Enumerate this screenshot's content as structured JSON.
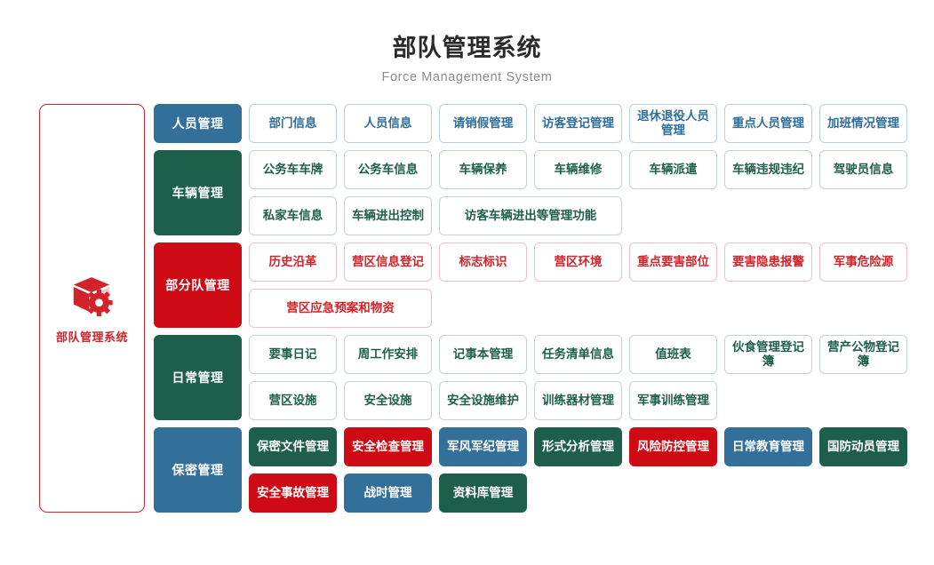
{
  "header": {
    "title": "部队管理系统",
    "subtitle": "Force Management System"
  },
  "sidebar": {
    "icon": "cube-gear-icon",
    "label": "部队管理系统",
    "border_color": "#d2232a",
    "text_color": "#d2232a"
  },
  "palette": {
    "blue": "#337099",
    "green": "#1e5f4b",
    "red": "#ce0a14",
    "blue_border": "#b7cfe0",
    "green_border": "#c2d4ce",
    "red_border": "#f0bfc2",
    "title_color": "#2b2b2b",
    "subtitle_color": "#8c8c8c"
  },
  "categories": [
    {
      "label": "人员管理",
      "color": "blue",
      "style": "outline",
      "items": [
        {
          "label": "部门信息",
          "color": "blue",
          "style": "outline",
          "span": 1
        },
        {
          "label": "人员信息",
          "color": "blue",
          "style": "outline",
          "span": 1
        },
        {
          "label": "请销假管理",
          "color": "blue",
          "style": "outline",
          "span": 1
        },
        {
          "label": "访客登记管理",
          "color": "blue",
          "style": "outline",
          "span": 1
        },
        {
          "label": "退休退役人员管理",
          "color": "blue",
          "style": "outline",
          "span": 1
        },
        {
          "label": "重点人员管理",
          "color": "blue",
          "style": "outline",
          "span": 1
        },
        {
          "label": "加班情况管理",
          "color": "blue",
          "style": "outline",
          "span": 1
        }
      ]
    },
    {
      "label": "车辆管理",
      "color": "green",
      "style": "outline",
      "items": [
        {
          "label": "公务车车牌",
          "color": "green",
          "style": "outline",
          "span": 1
        },
        {
          "label": "公务车信息",
          "color": "green",
          "style": "outline",
          "span": 1
        },
        {
          "label": "车辆保养",
          "color": "green",
          "style": "outline",
          "span": 1
        },
        {
          "label": "车辆维修",
          "color": "green",
          "style": "outline",
          "span": 1
        },
        {
          "label": "车辆派遣",
          "color": "green",
          "style": "outline",
          "span": 1
        },
        {
          "label": "车辆违规违纪",
          "color": "green",
          "style": "outline",
          "span": 1
        },
        {
          "label": "驾驶员信息",
          "color": "green",
          "style": "outline",
          "span": 1
        },
        {
          "label": "私家车信息",
          "color": "green",
          "style": "outline",
          "span": 1
        },
        {
          "label": "车辆进出控制",
          "color": "green",
          "style": "outline",
          "span": 1
        },
        {
          "label": "访客车辆进出等管理功能",
          "color": "green",
          "style": "outline",
          "span": 2
        }
      ]
    },
    {
      "label": "部分队管理",
      "color": "red",
      "style": "outline",
      "items": [
        {
          "label": "历史沿革",
          "color": "red",
          "style": "outline",
          "span": 1
        },
        {
          "label": "营区信息登记",
          "color": "red",
          "style": "outline",
          "span": 1
        },
        {
          "label": "标志标识",
          "color": "red",
          "style": "outline",
          "span": 1
        },
        {
          "label": "营区环境",
          "color": "red",
          "style": "outline",
          "span": 1
        },
        {
          "label": "重点要害部位",
          "color": "red",
          "style": "outline",
          "span": 1
        },
        {
          "label": "要害隐患报警",
          "color": "red",
          "style": "outline",
          "span": 1
        },
        {
          "label": "军事危险源",
          "color": "red",
          "style": "outline",
          "span": 1
        },
        {
          "label": "营区应急预案和物资",
          "color": "red",
          "style": "outline",
          "span": 2
        }
      ]
    },
    {
      "label": "日常管理",
      "color": "green",
      "style": "outline",
      "items": [
        {
          "label": "要事日记",
          "color": "green",
          "style": "outline",
          "span": 1
        },
        {
          "label": "周工作安排",
          "color": "green",
          "style": "outline",
          "span": 1
        },
        {
          "label": "记事本管理",
          "color": "green",
          "style": "outline",
          "span": 1
        },
        {
          "label": "任务清单信息",
          "color": "green",
          "style": "outline",
          "span": 1
        },
        {
          "label": "值班表",
          "color": "green",
          "style": "outline",
          "span": 1
        },
        {
          "label": "伙食管理登记簿",
          "color": "green",
          "style": "outline",
          "span": 1
        },
        {
          "label": "营产公物登记簿",
          "color": "green",
          "style": "outline",
          "span": 1
        },
        {
          "label": "营区设施",
          "color": "green",
          "style": "outline",
          "span": 1
        },
        {
          "label": "安全设施",
          "color": "green",
          "style": "outline",
          "span": 1
        },
        {
          "label": "安全设施维护",
          "color": "green",
          "style": "outline",
          "span": 1
        },
        {
          "label": "训练器材管理",
          "color": "green",
          "style": "outline",
          "span": 1
        },
        {
          "label": "军事训练管理",
          "color": "green",
          "style": "outline",
          "span": 1
        }
      ]
    },
    {
      "label": "保密管理",
      "color": "blue",
      "style": "solid",
      "items": [
        {
          "label": "保密文件管理",
          "color": "green",
          "style": "solid",
          "span": 1
        },
        {
          "label": "安全检查管理",
          "color": "red",
          "style": "solid",
          "span": 1
        },
        {
          "label": "军风军纪管理",
          "color": "blue",
          "style": "solid",
          "span": 1
        },
        {
          "label": "形式分析管理",
          "color": "green",
          "style": "solid",
          "span": 1
        },
        {
          "label": "风险防控管理",
          "color": "red",
          "style": "solid",
          "span": 1
        },
        {
          "label": "日常教育管理",
          "color": "blue",
          "style": "solid",
          "span": 1
        },
        {
          "label": "国防动员管理",
          "color": "green",
          "style": "solid",
          "span": 1
        },
        {
          "label": "安全事故管理",
          "color": "red",
          "style": "solid",
          "span": 1
        },
        {
          "label": "战时管理",
          "color": "blue",
          "style": "solid",
          "span": 1
        },
        {
          "label": "资料库管理",
          "color": "green",
          "style": "solid",
          "span": 1
        }
      ]
    }
  ]
}
